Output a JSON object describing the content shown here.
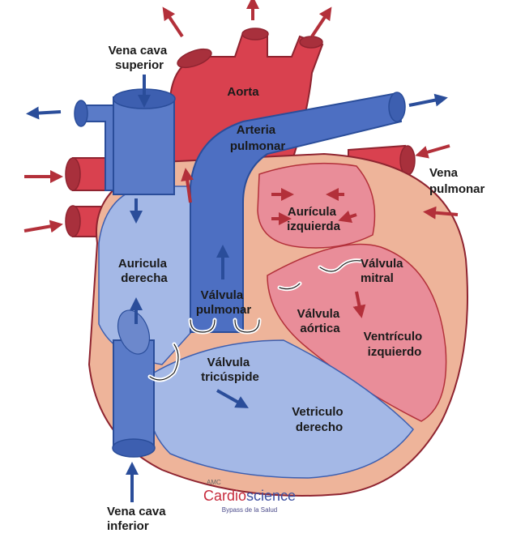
{
  "labels": {
    "vena_cava_superior": [
      "Vena cava",
      "superior"
    ],
    "aorta": "Aorta",
    "arteria_pulmonar": [
      "Arteria",
      "pulmonar"
    ],
    "vena_pulmonar": [
      "Vena",
      "pulmonar"
    ],
    "auricula_izquierda": [
      "Aurícula",
      "izquierda"
    ],
    "auricula_derecha": [
      "Auricula",
      "derecha"
    ],
    "valvula_mitral": [
      "Válvula",
      "mitral"
    ],
    "valvula_pulmonar": [
      "Válvula",
      "pulmonar"
    ],
    "valvula_aortica": [
      "Válvula",
      "aórtica"
    ],
    "ventriculo_izquierdo": [
      "Ventrículo",
      "izquierdo"
    ],
    "valvula_tricuspide": [
      "Válvula",
      "tricúspide"
    ],
    "ventriculo_derecho": [
      "Vetriculo",
      "derecho"
    ],
    "vena_cava_inferior": [
      "Vena cava",
      "inferior"
    ]
  },
  "logo": {
    "amc": "AMC",
    "brand_part1": "Cardio",
    "brand_part2": "science",
    "tagline": "Bypass de la Salud"
  },
  "colors": {
    "oxygenated": "#d9414f",
    "deoxygenated": "#3d5fb0",
    "myocardium": "#eeb49a"
  }
}
